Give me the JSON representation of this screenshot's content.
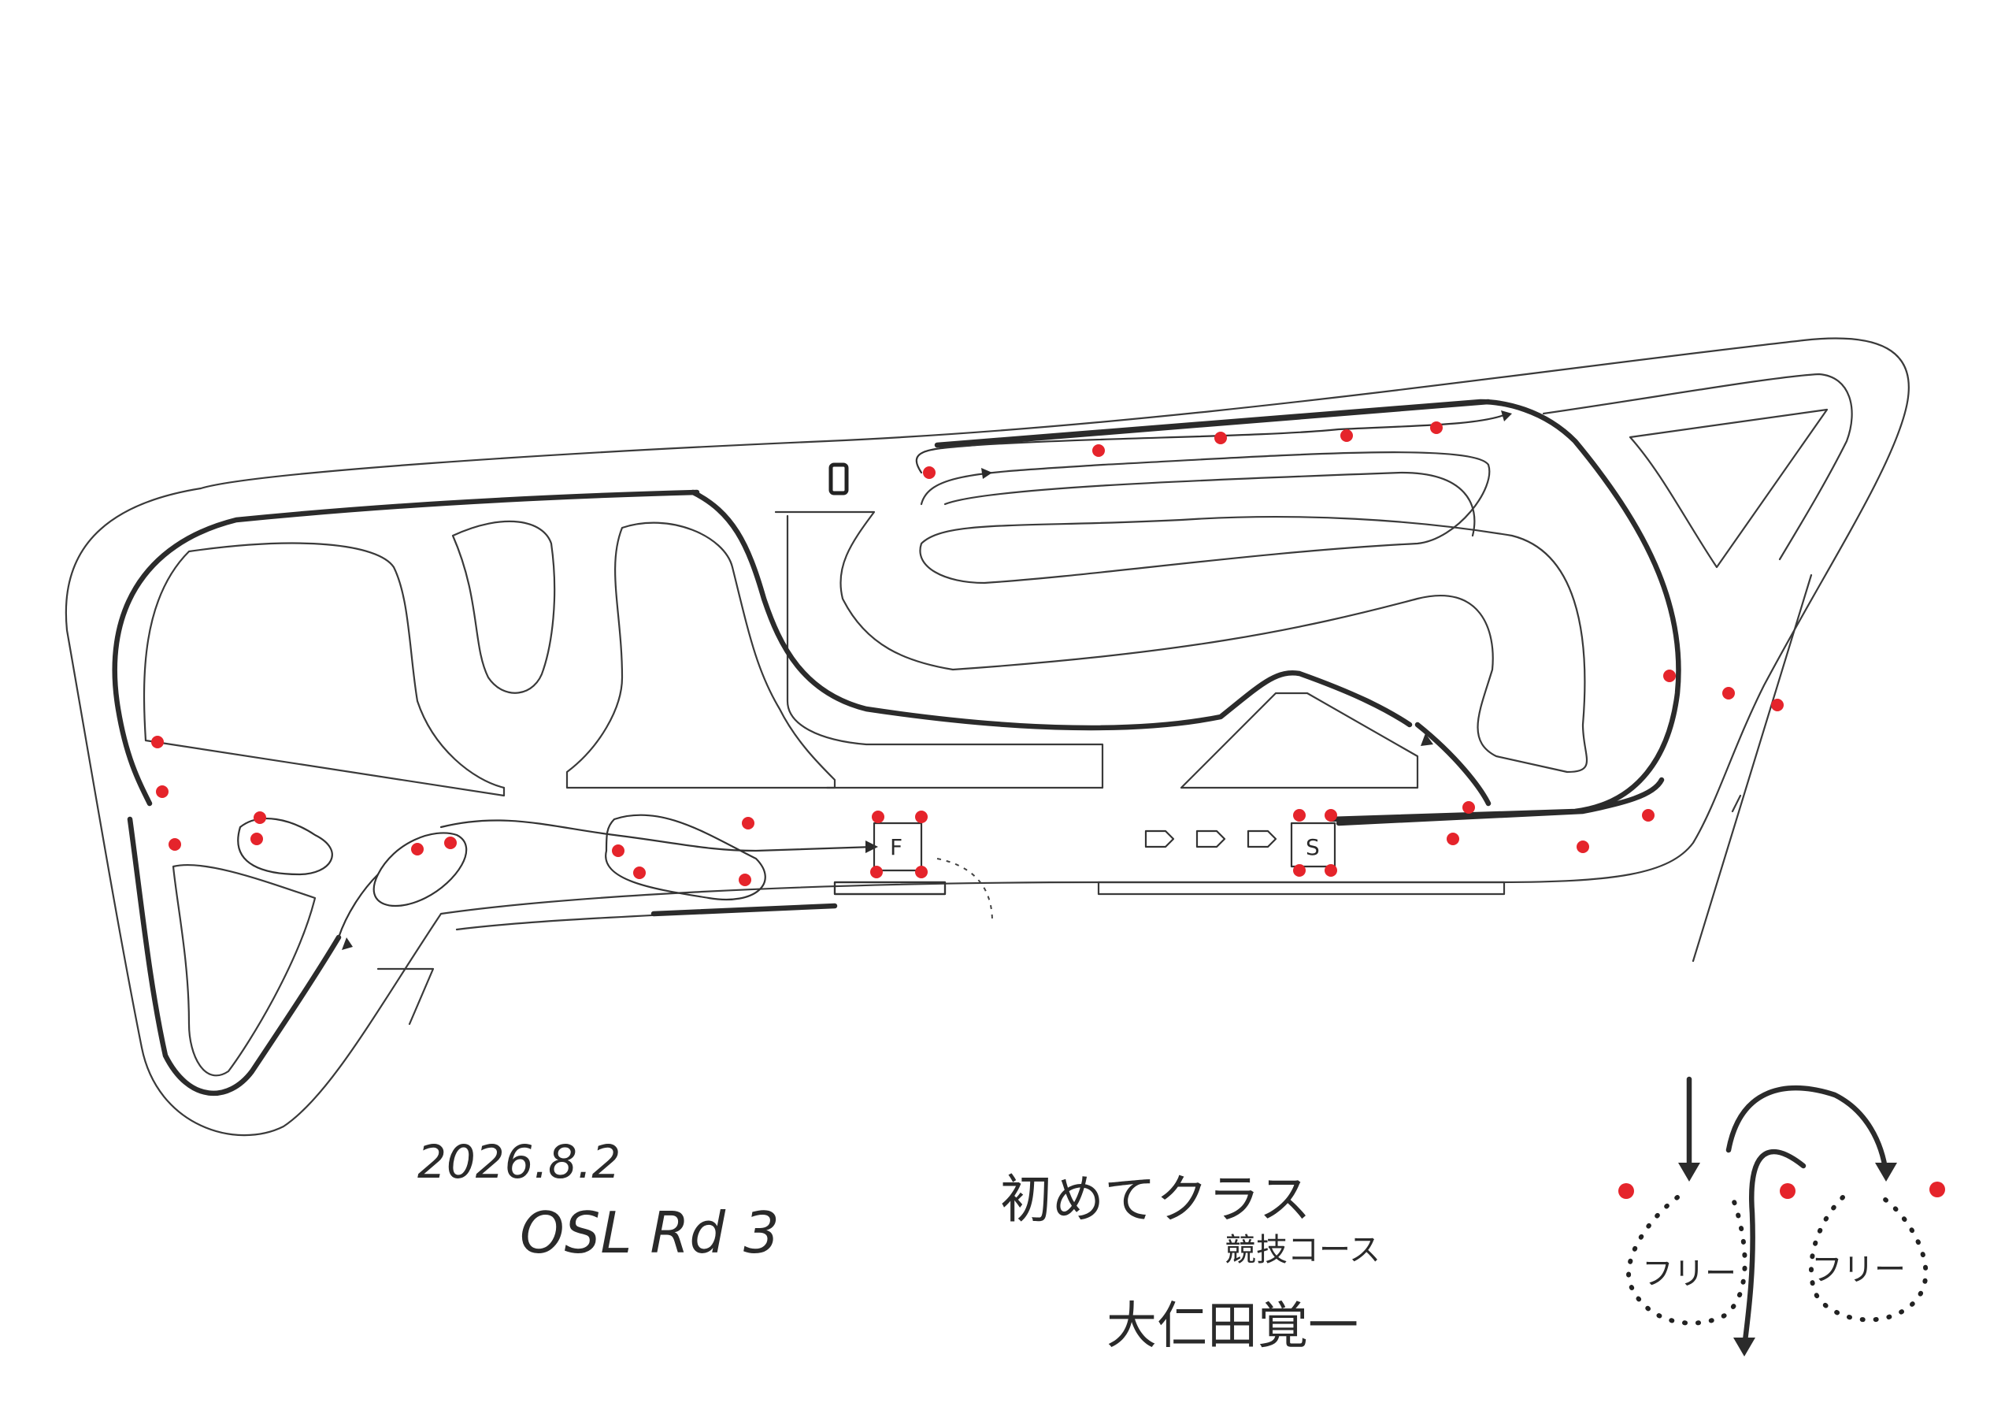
{
  "sheet": {
    "date": "2026.8.2",
    "event": "OSL Rd 3",
    "class_name": "初めてクラス",
    "course_type": "競技コース",
    "author": "大仁田覚一",
    "free_left": "フリー",
    "free_right": "フリー",
    "start_label": "S",
    "finish_label": "F"
  },
  "colors": {
    "pylon": "#e5242b",
    "ink": "#2b2b2b",
    "paper": "#ffffff"
  },
  "icons": {
    "pylon": "red-pylon-dot",
    "direction": "arrowhead"
  }
}
